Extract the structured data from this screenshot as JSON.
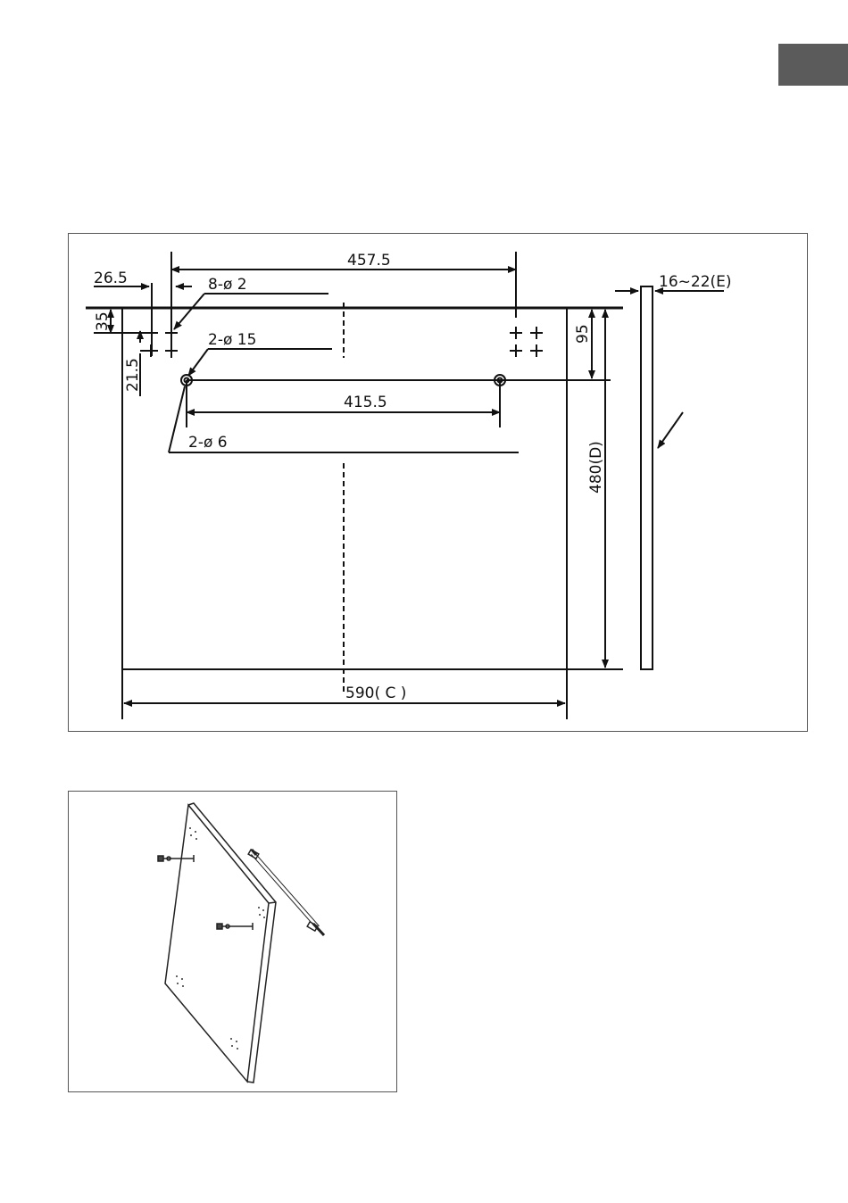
{
  "colors": {
    "tab": "#5b5b5b",
    "line": "#111111",
    "frame": "#555555"
  },
  "dimensions": {
    "d_457_5": "457.5",
    "d_26_5": "26.5",
    "d_8phi2": "8-ø 2",
    "d_16_22": "16~22(E)",
    "d_35": "35",
    "d_95": "95",
    "d_2phi15": "2-ø 15",
    "d_21_5": "21.5",
    "d_415_5": "415.5",
    "d_2phi6": "2-ø 6",
    "d_480": "480(D)",
    "d_590": "590( C )"
  }
}
